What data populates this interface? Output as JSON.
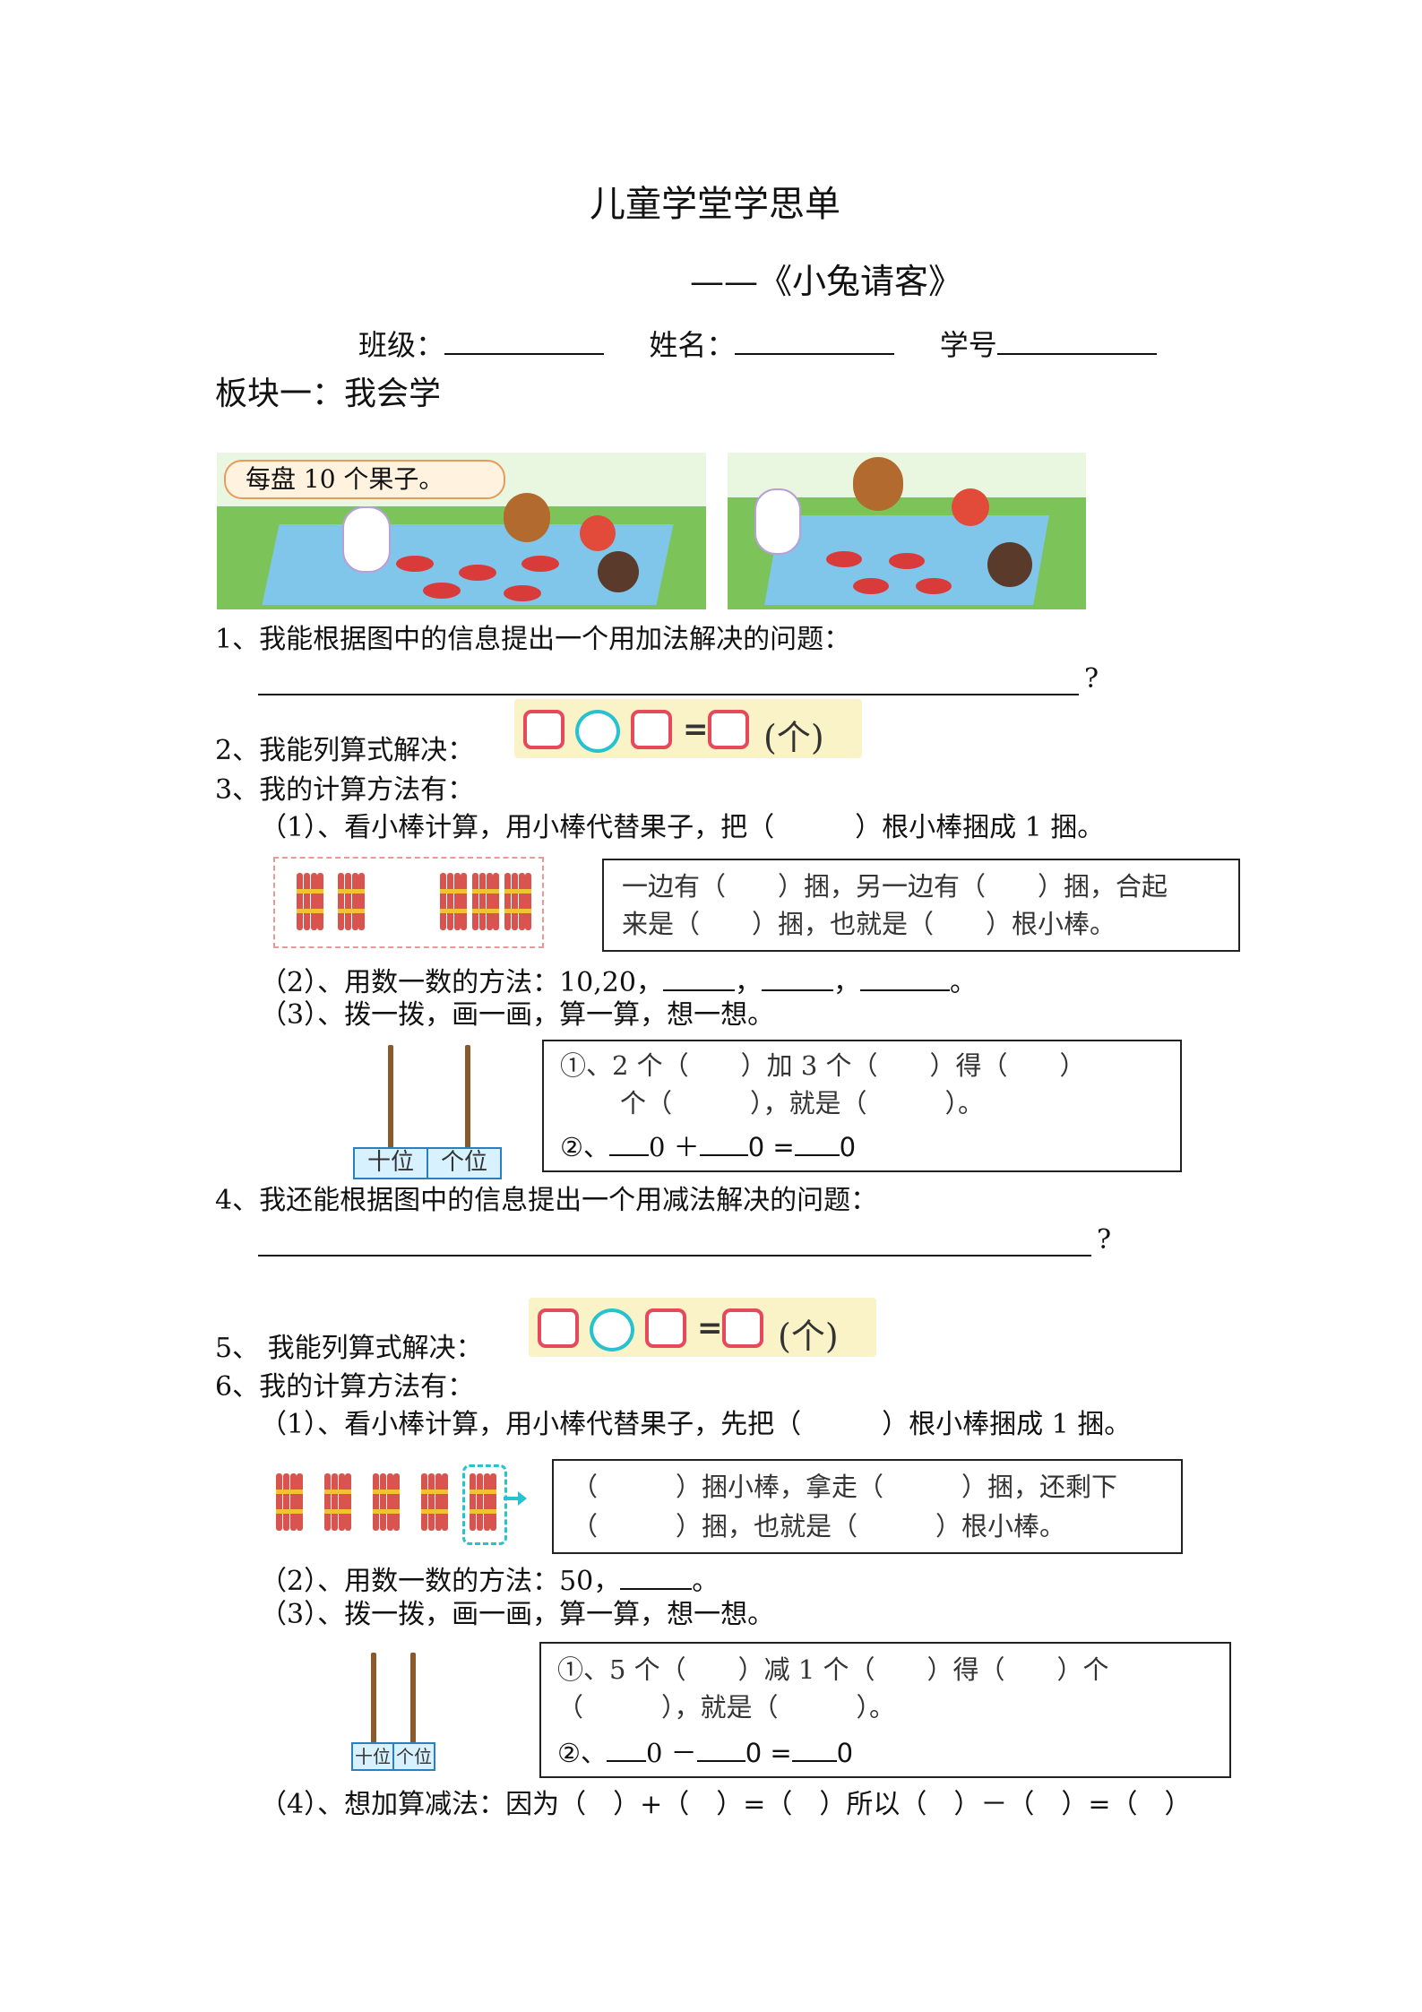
{
  "header": {
    "title": "儿童学堂学思单",
    "subtitle": "——《小兔请客》",
    "class_label": "班级：",
    "name_label": "姓名：",
    "id_label": "学号"
  },
  "section1": {
    "label": "板块一：我会学"
  },
  "illustration": {
    "speech": "每盘 10 个果子。"
  },
  "q1": {
    "text": "1、我能根据图中的信息提出一个用加法解决的问题：",
    "end": "?"
  },
  "q2": {
    "text": "2、我能列算式解决：",
    "eq": "=",
    "unit": "(个)"
  },
  "q3": {
    "text": "3、我的计算方法有：",
    "p1": "（1）、看小棒计算，用小棒代替果子，把（　　　）根小棒捆成 1 捆。",
    "box_line1": "一边有（　　）捆，另一边有（　　）捆，合起",
    "box_line2": "来是（　　）捆，也就是（　　）根小棒。",
    "p2_prefix": "（2）、用数一数的方法：10,20，",
    "comma": "，",
    "period": "。",
    "p3": "（3）、拨一拨，画一画，算一算，想一想。",
    "abacus_tens": "十位",
    "abacus_ones": "个位",
    "box2_line1": "①、2 个（　　）加 3 个（　　）得（　　）",
    "box2_line2": "个（　　　），就是（　　　）。",
    "box2_line3_prefix": "②、",
    "zero": "0",
    "plus": "＋",
    "equals": "="
  },
  "q4": {
    "text": "4、我还能根据图中的信息提出一个用减法解决的问题：",
    "end": "?"
  },
  "q5": {
    "text": "5、  我能列算式解决：",
    "eq": "=",
    "unit": "(个)"
  },
  "q6": {
    "text": "6、我的计算方法有：",
    "p1": "（1）、看小棒计算，用小棒代替果子，先把（　　　）根小棒捆成 1 捆。",
    "box_line1": "（　　　）捆小棒，拿走（　　　）捆，还剩下",
    "box_line2": "（　　　）捆，也就是（　　　）根小棒。",
    "p2_prefix": "（2）、用数一数的方法：50，",
    "period": "。",
    "p3": "（3）、拨一拨，画一画，算一算，想一想。",
    "abacus_tens": "十位",
    "abacus_ones": "个位",
    "box2_line1": "①、5 个（　　）减 1 个（　　）得（　　）个",
    "box2_line2": "（　　　），就是（　　　）。",
    "box2_line3_prefix": "②、",
    "zero": "0",
    "minus": "－",
    "equals": "=",
    "p4": "（4）、想加算减法：因为（　）+（　）=（　）所以（　）－（　）=（　）"
  },
  "colors": {
    "accent_red": "#e64a5a",
    "accent_cyan": "#27c2cf",
    "grass": "#7cc35a",
    "cloth": "#7fc6ea"
  }
}
